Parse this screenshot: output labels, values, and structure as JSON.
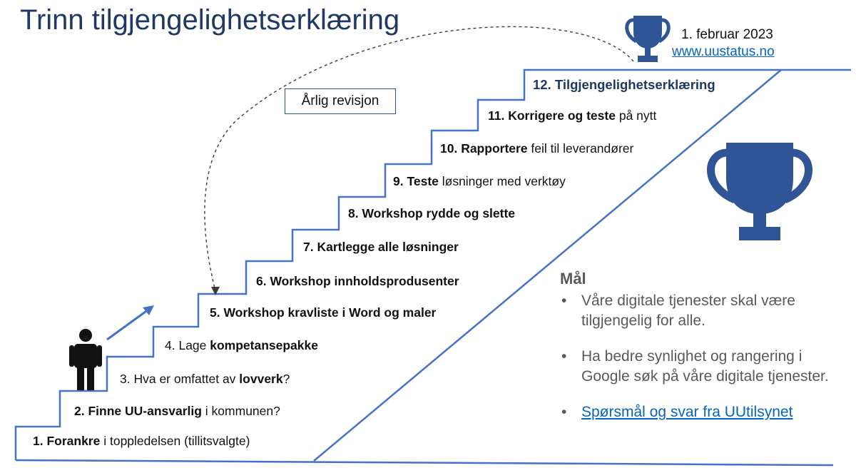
{
  "title": "Trinn tilgjengelighetserklæring",
  "revision_label": "Årlig revisjon",
  "date": "1. februar 2023",
  "site_link": "www.uustatus.no",
  "steps": [
    {
      "bold": "1. Forankre",
      "rest": " i toppledelsen (tillitsvalgte)"
    },
    {
      "bold": "2. Finne UU-ansvarlig",
      "rest": " i kommunen?"
    },
    {
      "pre": "3. Hva er omfattet av ",
      "bold": "lovverk",
      "rest": "?"
    },
    {
      "pre": "4. Lage ",
      "bold": "kompetansepakke",
      "rest": ""
    },
    {
      "bold": "5. Workshop kravliste i Word og maler",
      "rest": ""
    },
    {
      "bold": "6. Workshop innholdsprodusenter",
      "rest": ""
    },
    {
      "bold": "7. Kartlegge alle løsninger",
      "rest": ""
    },
    {
      "bold": "8. Workshop rydde og slette",
      "rest": ""
    },
    {
      "bold": "9. Teste",
      "rest": " løsninger med verktøy"
    },
    {
      "bold": "10. Rapportere",
      "rest": " feil til leverandører"
    },
    {
      "bold": "11. Korrigere og teste",
      "rest": " på nytt"
    },
    {
      "final": "12. Tilgjengelighetserklæring"
    }
  ],
  "goals": {
    "heading": "Mål",
    "bullet": "•",
    "items": [
      "Våre digitale tjenester skal være tilgjengelig for alle.",
      "Ha bedre synlighet og rangering i Google søk på våre digitale tjenester."
    ],
    "link": "Spørsmål og svar fra UUtilsynet"
  },
  "icons": {
    "person": "person-icon",
    "trophy": "trophy-icon",
    "arrow": "arrow-up-right-icon"
  },
  "colors": {
    "accent": "#4472c4",
    "trophy": "#2f5597",
    "title": "#1f3864",
    "goals_text": "#595959",
    "link": "#0563c1"
  }
}
